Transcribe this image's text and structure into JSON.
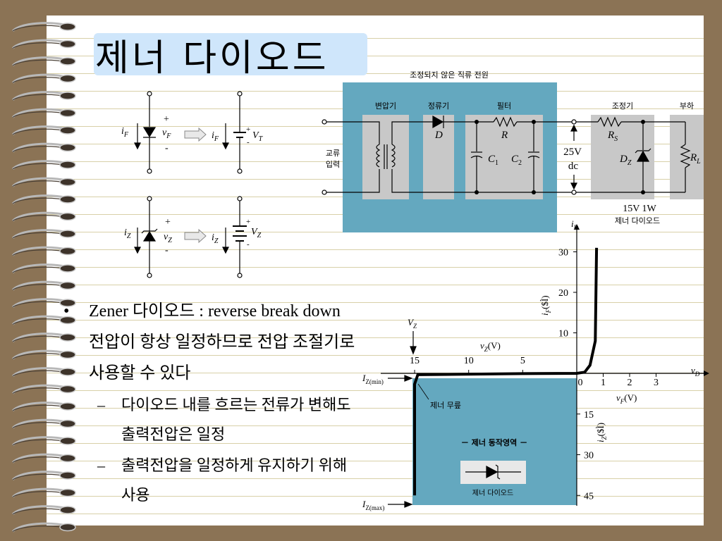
{
  "title": "제너 다이오드",
  "bullets": {
    "main": "Zener 다이오드 : reverse break down 전압이 항상 일정하므로 전압 조절기로 사용할 수 있다",
    "sub": [
      {
        "marker": "–",
        "text": "다이오드 내를 흐르는 전류가 변해도 출력전압은 일정"
      },
      {
        "marker": "–",
        "text": "출력전압을 일정하게 유지하기 위해 사용"
      }
    ]
  },
  "symbols": {
    "iF": "i",
    "iF_sub": "F",
    "vF": "v",
    "vF_sub": "F",
    "vT": "V",
    "vT_sub": "T",
    "iZ": "i",
    "iZ_sub": "Z",
    "vZ": "v",
    "vZ_sub": "Z",
    "VZ": "V",
    "VZ_sub": "Z",
    "plus": "+",
    "minus": "-"
  },
  "supply": {
    "heading": "조정되지 않은 직류 전원",
    "transformer": "변압기",
    "rectifier": "정류기",
    "filter": "필터",
    "regulator": "조정기",
    "load": "부하",
    "ac_input": [
      "교류",
      "입력"
    ],
    "D": "D",
    "R": "R",
    "C1": "C",
    "C1_sub": "1",
    "C2": "C",
    "C2_sub": "2",
    "dc_voltage": "25V",
    "dc": "dc",
    "RS": "R",
    "RS_sub": "S",
    "DZ": "D",
    "DZ_sub": "Z",
    "RL": "R",
    "RL_sub": "L",
    "zener_rating": "15V 1W",
    "zener_label": "제너 다이오드"
  },
  "chart_data": {
    "type": "line",
    "title": "",
    "series": [
      {
        "values": [
          [
            -15,
            -45
          ],
          [
            -15,
            -4
          ],
          [
            -14.7,
            -0.5
          ],
          [
            -5,
            -0.1
          ],
          [
            0,
            0
          ],
          [
            0.3,
            0.3
          ],
          [
            0.5,
            2
          ],
          [
            0.7,
            8
          ],
          [
            0.75,
            31
          ]
        ]
      }
    ],
    "x_ticks_forward": [
      "1",
      "2",
      "3"
    ],
    "x_ticks_reverse": [
      "15",
      "10",
      "5"
    ],
    "y_ticks_forward": [
      "10",
      "20",
      "30"
    ],
    "y_ticks_reverse": [
      "15",
      "30",
      "45"
    ],
    "origin_label": "0",
    "xlabel_forward": "v",
    "xlabel_forward_sub": "F",
    "xlabel_forward_unit": "(V)",
    "xlabel_reverse": "v",
    "xlabel_reverse_sub": "Z",
    "xlabel_reverse_unit": "(V)",
    "ylabel_forward": "i",
    "ylabel_forward_sub": "F",
    "ylabel_forward_unit": "($Ì)",
    "ylabel_reverse": "i",
    "ylabel_reverse_sub": "Z",
    "ylabel_reverse_unit": "($Ì)",
    "axis_x": "v",
    "axis_x_sub": "D",
    "axis_y": "i",
    "axis_y_sub": "D",
    "VZ": "V",
    "VZ_sub": "Z",
    "Izmin": "I",
    "Izmin_sub": "Z(min)",
    "Izmax": "I",
    "Izmax_sub": "Z(max)",
    "knee_label": "제너 무릎",
    "region_label": "－ 제너 동작영역 －",
    "region_diode_label": "제너 다이오드",
    "region_color": "#64a8bf"
  },
  "colors": {
    "background": "#8b7355",
    "title_highlight": "#cfe6fb",
    "teal_box": "#64a8bf",
    "gray_box": "#c8c8c8"
  }
}
